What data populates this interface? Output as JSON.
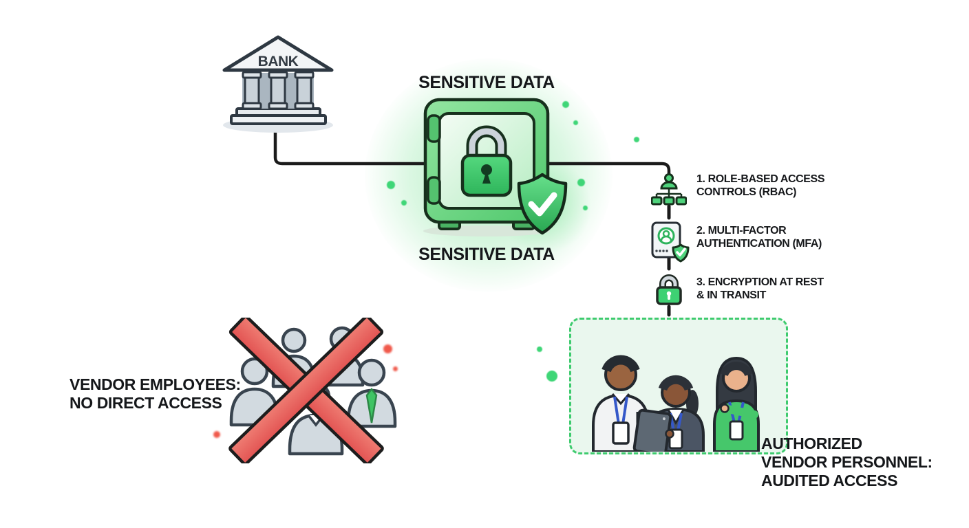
{
  "titles": {
    "top": "SENSITIVE DATA",
    "bottom": "SENSITIVE DATA"
  },
  "bank": {
    "label": "BANK"
  },
  "controls": {
    "item1": {
      "line1": "1. ROLE-BASED ACCESS",
      "line2": "CONTROLS (RBAC)",
      "icon": "org-chart-icon"
    },
    "item2": {
      "line1": "2. MULTI-FACTOR",
      "line2": "AUTHENTICATION (MFA)",
      "icon": "id-card-check-icon"
    },
    "item3": {
      "line1": "3. ENCRYPTION AT REST",
      "line2": "& IN TRANSIT",
      "icon": "padlock-icon"
    }
  },
  "denied_label": {
    "line1": "VENDOR EMPLOYEES:",
    "line2": "NO DIRECT ACCESS"
  },
  "authorized_label": {
    "line1": "AUTHORIZED",
    "line2": "VENDOR PERSONNEL:",
    "line3": "AUDITED ACCESS"
  },
  "colors": {
    "accent_green": "#3ecb6e",
    "safe_green": "#57cc72",
    "denied_red": "#e96262",
    "outline_dark": "#1b1b1b",
    "lanyard_blue": "#3558c9"
  }
}
